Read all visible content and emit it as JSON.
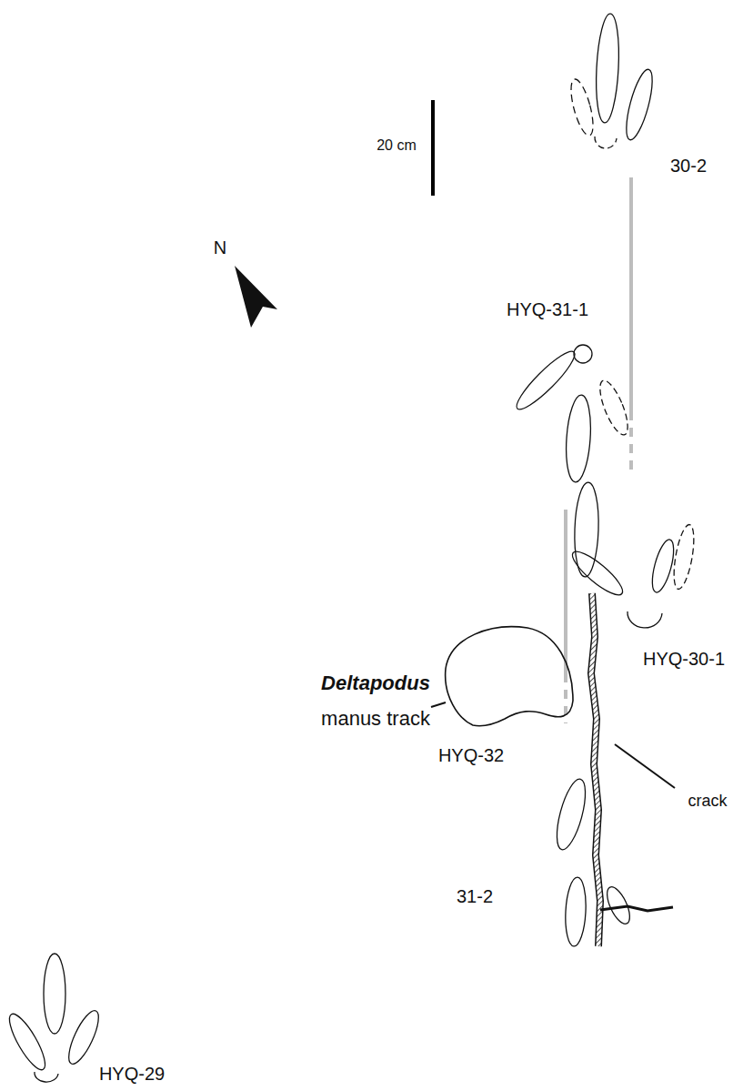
{
  "diagram": {
    "labels": [
      "20 cm",
      "N",
      "30-2",
      "HYQ-31-1",
      "HYQ-30-1",
      "Deltapodus",
      "manus track",
      "HYQ-32",
      "crack",
      "31-2",
      "HYQ-29"
    ]
  }
}
